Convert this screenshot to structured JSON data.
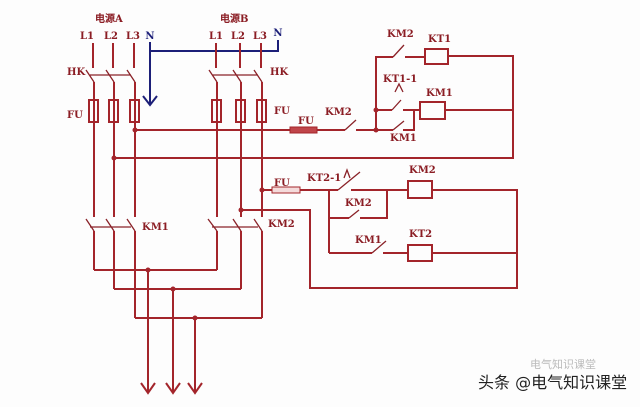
{
  "source_a": {
    "title": "电源A",
    "phases": [
      "L1",
      "L2",
      "L3"
    ],
    "neutral": "N"
  },
  "source_b": {
    "title": "电源B",
    "phases": [
      "L1",
      "L2",
      "L3"
    ],
    "neutral": "N"
  },
  "labels": {
    "hk": "HK",
    "fu": "FU",
    "km1": "KM1",
    "km2": "KM2",
    "kt1": "KT1",
    "kt2": "KT2",
    "kt1_1": "KT1-1",
    "kt2_1": "KT2-1"
  },
  "watermark": {
    "main": "头条 @电气知识课堂",
    "faint": "电气知识课堂"
  },
  "colors": {
    "wire": "#a3252b",
    "neutral": "#1c1f78"
  }
}
